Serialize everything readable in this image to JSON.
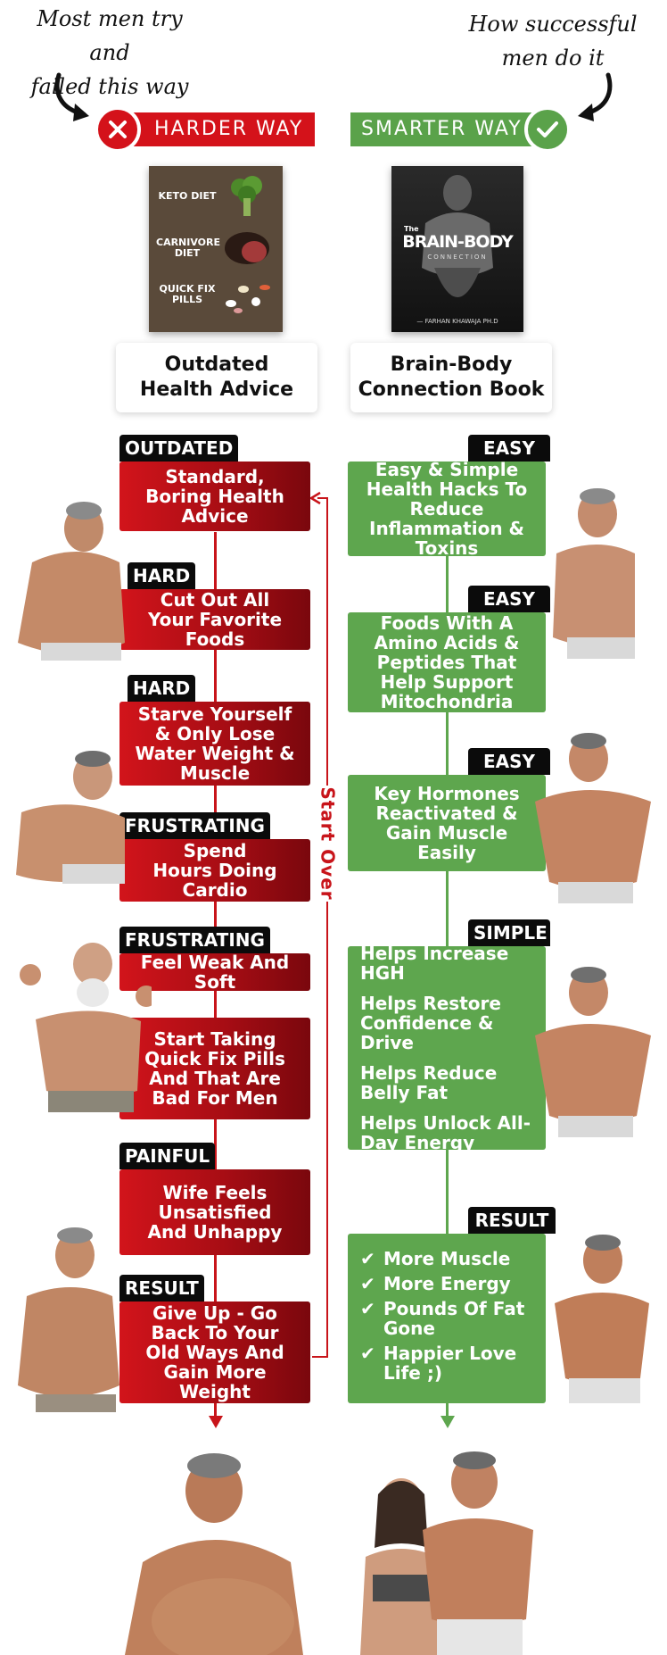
{
  "header": {
    "left_note": [
      "Most men try and",
      "failed this way"
    ],
    "right_note": [
      "How successful",
      "men do it"
    ],
    "harder_label": "HARDER WAY",
    "smarter_label": "SMARTER WAY",
    "colors": {
      "red": "#d4121a",
      "green": "#5aa24a",
      "dark": "#0b0b0b"
    }
  },
  "books": {
    "left": {
      "items": [
        "KETO DIET",
        "CARNIVORE DIET",
        "QUICK FIX PILLS"
      ],
      "caption_line1": "Outdated",
      "caption_line2": "Health Advice"
    },
    "right": {
      "cover_small": "The",
      "cover_title": "BRAIN-BODY",
      "cover_sub": "CONNECTION",
      "cover_author": "— FARHAN KHAWAJA PH.D",
      "caption_line1": "Brain-Body",
      "caption_line2": "Connection Book"
    }
  },
  "harder_steps": [
    {
      "tag": "OUTDATED",
      "text": "Standard, Boring Health Advice"
    },
    {
      "tag": "HARD",
      "text": "Cut Out All Your Favorite Foods"
    },
    {
      "tag": "HARD",
      "text": "Starve Yourself & Only Lose Water Weight & Muscle"
    },
    {
      "tag": "FRUSTRATING",
      "text": "Spend Hours Doing Cardio"
    },
    {
      "tag": "FRUSTRATING",
      "text": "Feel Weak And Soft"
    },
    {
      "tag": "",
      "text": "Start Taking Quick Fix Pills And That Are Bad For Men"
    },
    {
      "tag": "PAINFUL",
      "text": "Wife Feels Unsatisfied And Unhappy"
    },
    {
      "tag": "RESULT",
      "text": "Give Up - Go Back To Your Old Ways And Gain More Weight"
    }
  ],
  "start_over_label": "Start Over",
  "smarter_steps": [
    {
      "tag": "EASY",
      "text": "Easy & Simple Health Hacks To Reduce Inflammation & Toxins"
    },
    {
      "tag": "EASY",
      "text": "Foods With A Amino Acids & Peptides That Help Support Mitochondria"
    },
    {
      "tag": "EASY",
      "text": "Key Hormones Reactivated & Gain Muscle Easily"
    },
    {
      "tag": "SIMPLE",
      "items": [
        "Helps Increase HGH",
        "Helps Restore Confidence & Drive",
        "Helps Reduce Belly Fat",
        "Helps Unlock All-Day Energy"
      ]
    },
    {
      "tag": "RESULT",
      "items": [
        "More Muscle",
        "More Energy",
        "Pounds Of Fat Gone",
        "Happier Love Life ;)"
      ]
    }
  ]
}
